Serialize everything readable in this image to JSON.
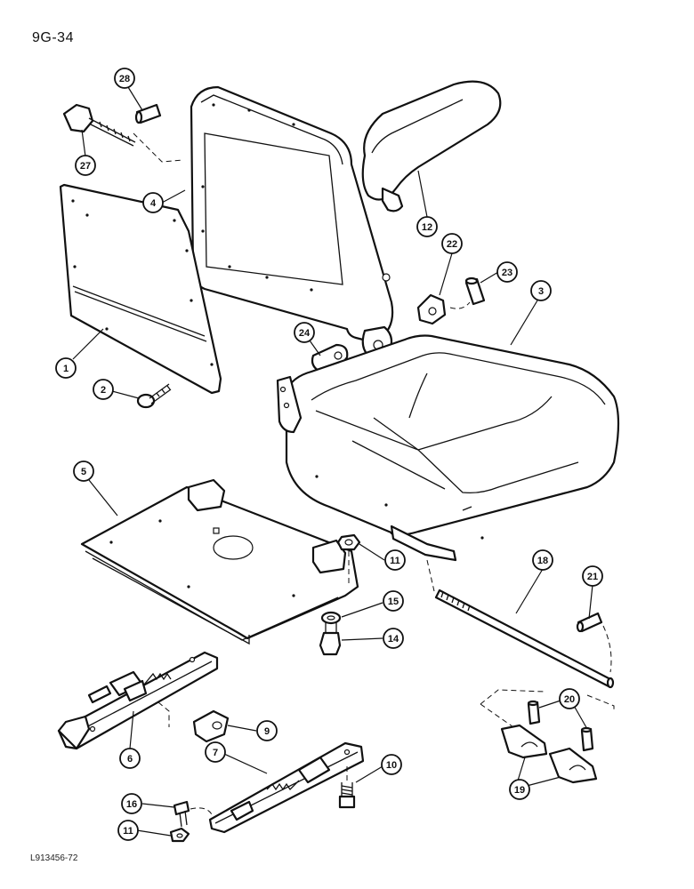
{
  "page": {
    "title": "9G-34",
    "figure_code": "L913456-72"
  },
  "callouts": [
    {
      "id": "c28",
      "label": "28"
    },
    {
      "id": "c27",
      "label": "27"
    },
    {
      "id": "c4",
      "label": "4"
    },
    {
      "id": "c12",
      "label": "12"
    },
    {
      "id": "c22",
      "label": "22"
    },
    {
      "id": "c23",
      "label": "23"
    },
    {
      "id": "c3",
      "label": "3"
    },
    {
      "id": "c1",
      "label": "1"
    },
    {
      "id": "c2",
      "label": "2"
    },
    {
      "id": "c24",
      "label": "24"
    },
    {
      "id": "c5",
      "label": "5"
    },
    {
      "id": "c11a",
      "label": "11"
    },
    {
      "id": "c15",
      "label": "15"
    },
    {
      "id": "c14",
      "label": "14"
    },
    {
      "id": "c18",
      "label": "18"
    },
    {
      "id": "c21",
      "label": "21"
    },
    {
      "id": "c9",
      "label": "9"
    },
    {
      "id": "c6",
      "label": "6"
    },
    {
      "id": "c7",
      "label": "7"
    },
    {
      "id": "c10",
      "label": "10"
    },
    {
      "id": "c20",
      "label": "20"
    },
    {
      "id": "c19",
      "label": "19"
    },
    {
      "id": "c16",
      "label": "16"
    },
    {
      "id": "c11b",
      "label": "11"
    }
  ]
}
